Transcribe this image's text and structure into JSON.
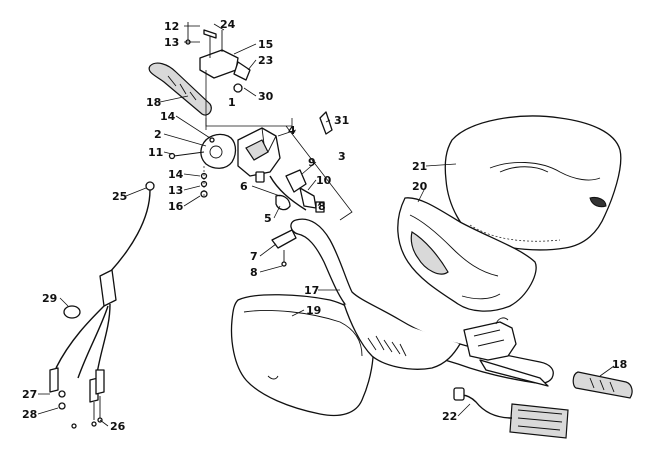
{
  "callouts": {
    "c12": "12",
    "c24": "24",
    "c13a": "13",
    "c15": "15",
    "c23": "23",
    "c18a": "18",
    "c30": "30",
    "c1": "1",
    "c14a": "14",
    "c4": "4",
    "c31": "31",
    "c2": "2",
    "c3": "3",
    "c11": "11",
    "c9": "9",
    "c10": "10",
    "c14b": "14",
    "c6": "6",
    "c8a": "8",
    "c13b": "13",
    "c16": "16",
    "c5": "5",
    "c21": "21",
    "c20": "20",
    "c25": "25",
    "c7": "7",
    "c8b": "8",
    "c17": "17",
    "c29": "29",
    "c19": "19",
    "c18b": "18",
    "c27": "27",
    "c28": "28",
    "c26": "26",
    "c22": "22"
  },
  "colors": {
    "line": "#111111",
    "shade": "#d9d9d9",
    "background": "#ffffff"
  }
}
